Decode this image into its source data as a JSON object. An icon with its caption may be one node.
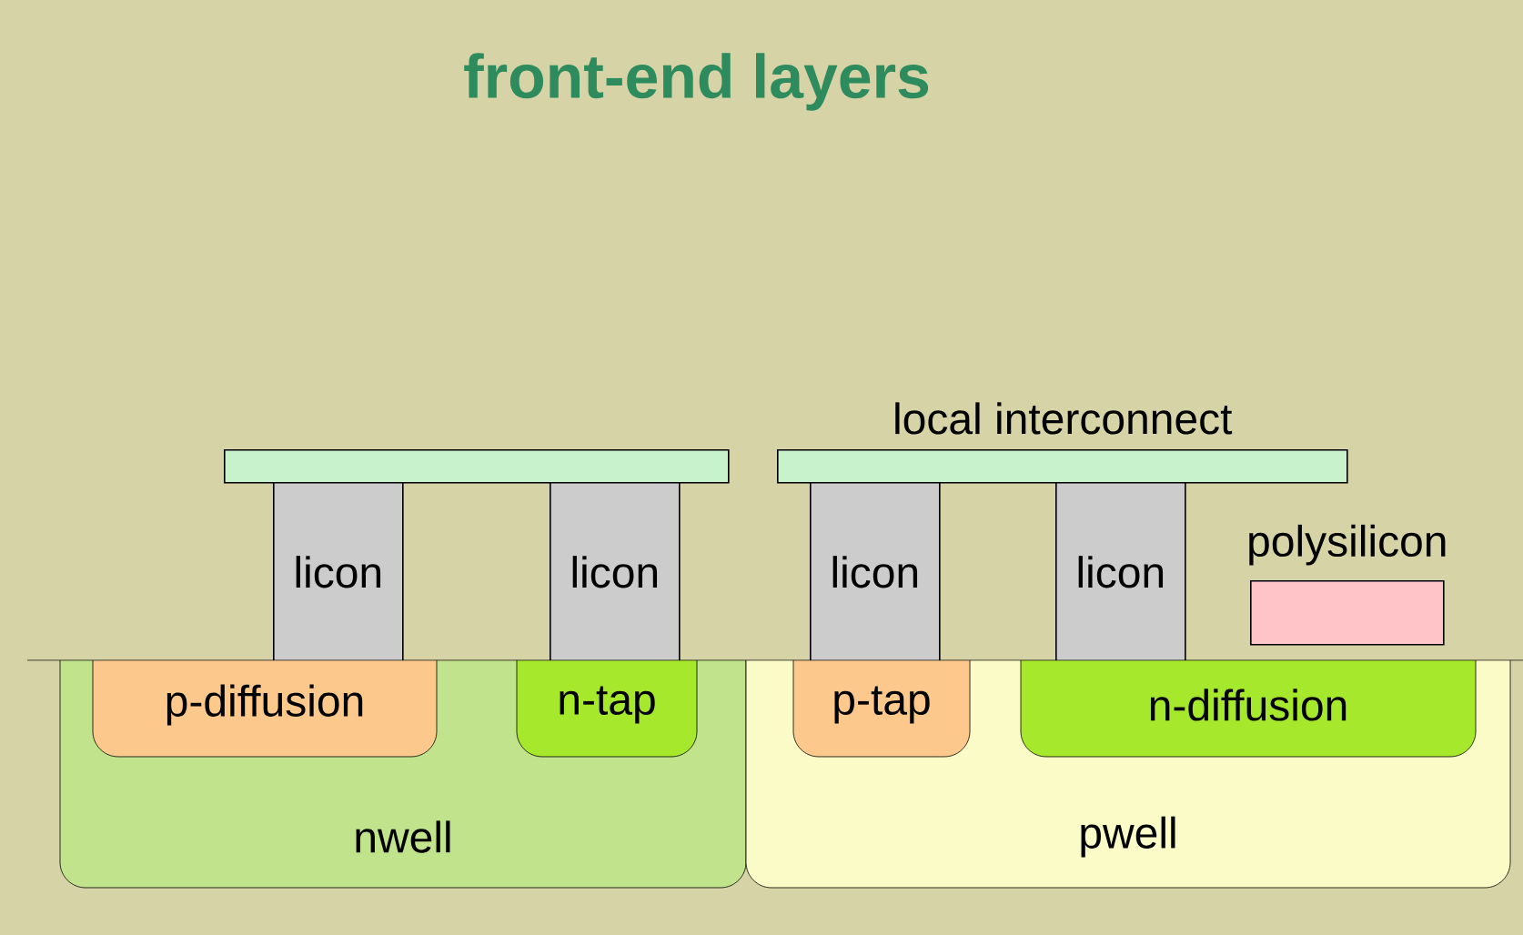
{
  "diagram": {
    "title": "front-end layers",
    "nodes": [
      {
        "text": [],
        "shape": "bar"
      },
      {
        "text": [
          "local interconnect"
        ]
      },
      {
        "text": [
          "licon"
        ]
      },
      {
        "text": [
          "licon"
        ]
      },
      {
        "text": [
          "licon"
        ]
      },
      {
        "text": [
          "licon"
        ]
      },
      {
        "text": [
          "polysilicon"
        ]
      },
      {
        "text": [
          "nwell"
        ]
      },
      {
        "text": [
          "p-diffusion"
        ],
        "in": 7
      },
      {
        "text": [
          "n-tap"
        ],
        "in": 7
      },
      {
        "text": [
          "pwell"
        ]
      },
      {
        "text": [
          "p-tap"
        ],
        "in": 10
      },
      {
        "text": [
          "n-diffusion"
        ],
        "in": 10
      }
    ],
    "edges": []
  }
}
